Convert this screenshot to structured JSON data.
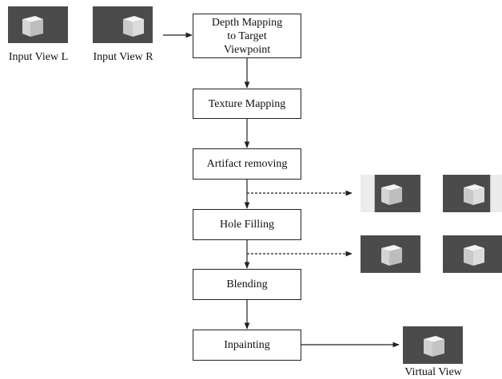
{
  "inputs": {
    "left_caption": "Input View L",
    "right_caption": "Input View R"
  },
  "steps": [
    "Depth Mapping to Target Viewpoint",
    "Texture Mapping",
    "Artifact removing",
    "Hole Filling",
    "Blending",
    "Inpainting"
  ],
  "output": {
    "caption": "Virtual View"
  },
  "icons": {
    "thumbnail": "gray-cube-icon"
  },
  "colors": {
    "thumb_background": "#4b4b4b",
    "hole_region": "#ececec",
    "stroke": "#222222"
  }
}
